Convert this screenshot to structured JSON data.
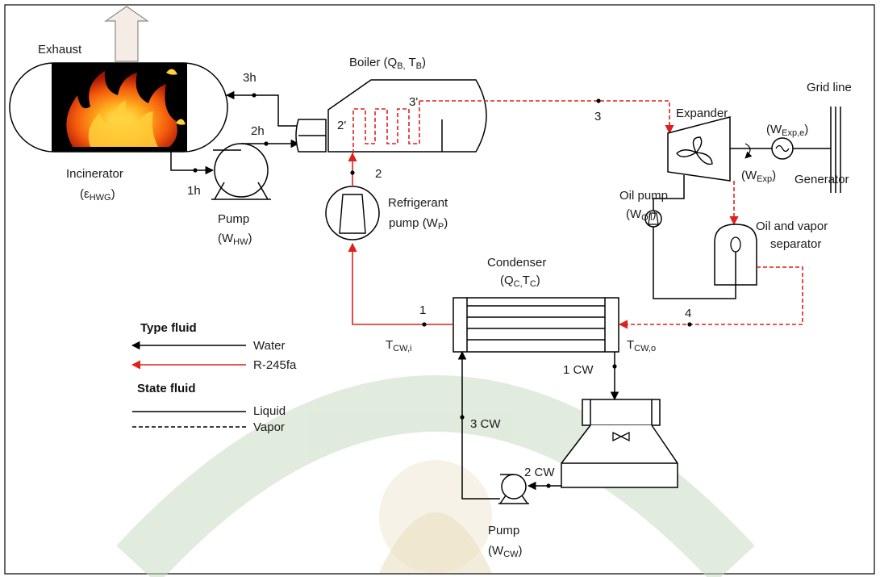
{
  "labels": {
    "exhaust": "Exhaust",
    "incinerator": "Incinerator",
    "incinerator_param": "(ε",
    "incinerator_param_sub": "HWG",
    "pump_hw": "Pump",
    "pump_hw_param": "(W",
    "pump_hw_param_sub": "HW",
    "boiler": "Boiler (Q",
    "boiler_sub1": "B,",
    "boiler_mid": " T",
    "boiler_sub2": "B",
    "expander": "Expander",
    "grid_line": "Grid line",
    "w_exp_e": "(W",
    "w_exp_e_sub": "Exp,e",
    "w_exp": "(W",
    "w_exp_sub": "Exp",
    "generator": "Generator",
    "oil_pump": "Oil pump",
    "oil_pump_param": "(W",
    "oil_pump_param_sub": "Oil",
    "oil_sep_1": "Oil and vapor",
    "oil_sep_2": "separator",
    "refrigerant_pump_1": "Refrigerant",
    "refrigerant_pump_2": "pump (W",
    "refrigerant_pump_sub": "P",
    "condenser": "Condenser",
    "condenser_param": "(Q",
    "condenser_sub1": "C,",
    "condenser_mid": "T",
    "condenser_sub2": "C",
    "tcw_i": "T",
    "tcw_i_sub": "CW,i",
    "tcw_o": "T",
    "tcw_o_sub": "CW,o",
    "pump_cw": "Pump",
    "pump_cw_param": "(W",
    "pump_cw_param_sub": "CW",
    "close_paren": ")"
  },
  "states": {
    "s1h": "1h",
    "s2h": "2h",
    "s3h": "3h",
    "s2prime": "2'",
    "s3prime": "3'",
    "s1": "1",
    "s2": "2",
    "s3": "3",
    "s4": "4",
    "s1cw": "1 CW",
    "s2cw": "2 CW",
    "s3cw": "3 CW"
  },
  "legend": {
    "type_title": "Type fluid",
    "water": "Water",
    "refrigerant": "R-245fa",
    "state_title": "State fluid",
    "liquid": "Liquid",
    "vapor": "Vapor"
  },
  "colors": {
    "water_line": "#000000",
    "refrigerant_line": "#e0201a",
    "watermark": "#c9dcc2"
  }
}
